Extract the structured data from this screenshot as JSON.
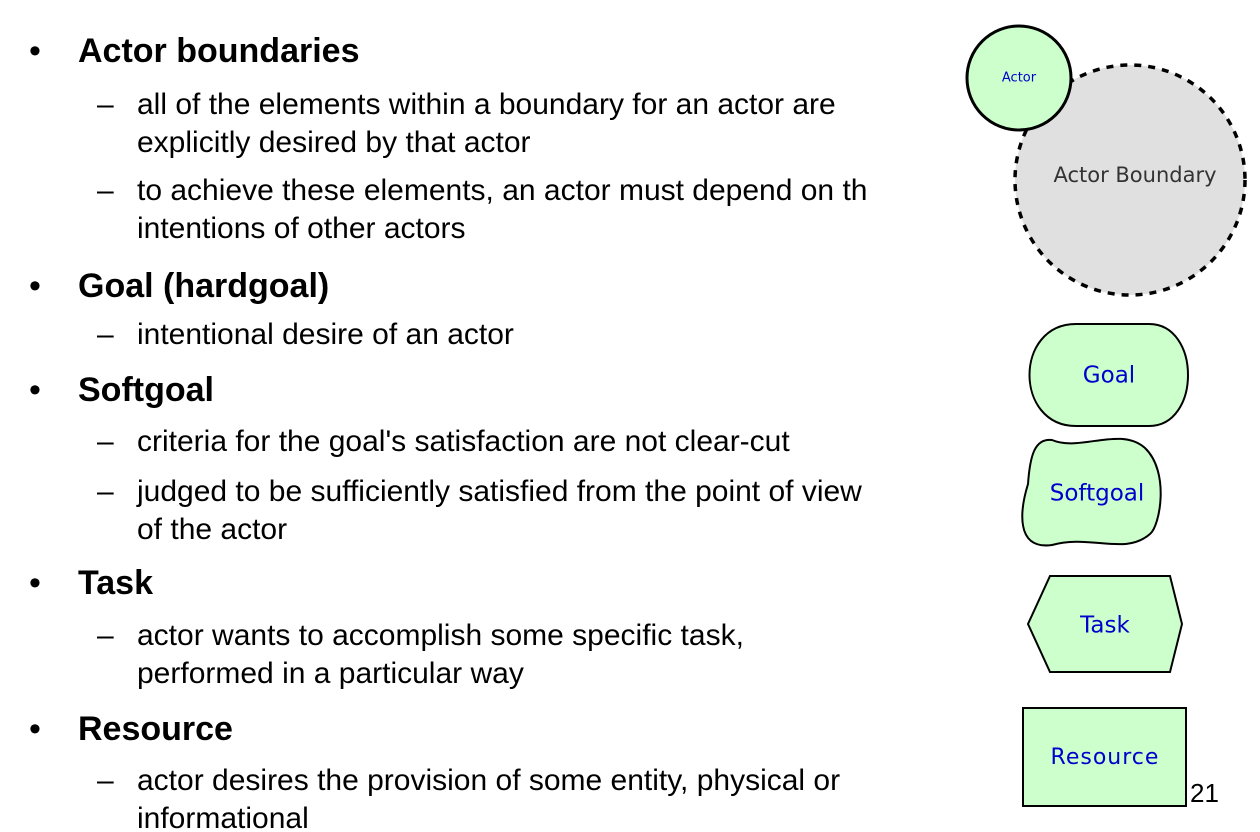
{
  "bullets": [
    {
      "title": "Actor boundaries",
      "subs": [
        {
          "lines": [
            "all of the elements within a boundary for an actor are",
            "explicitly desired by that actor"
          ]
        },
        {
          "lines": [
            "to achieve these elements, an actor must depend on th",
            "intentions of other actors"
          ]
        }
      ]
    },
    {
      "title": "Goal (hardgoal)",
      "subs": [
        {
          "lines": [
            "intentional desire of an actor"
          ]
        }
      ]
    },
    {
      "title": "Softgoal",
      "subs": [
        {
          "lines": [
            "criteria for the goal's satisfaction are not clear-cut"
          ]
        },
        {
          "lines": [
            "judged to be sufficiently satisfied from the point of view",
            "of the actor"
          ]
        }
      ]
    },
    {
      "title": "Task",
      "subs": [
        {
          "lines": [
            "actor wants to accomplish some specific task,",
            "performed in a particular way"
          ]
        }
      ]
    },
    {
      "title": "Resource",
      "subs": [
        {
          "lines": [
            "actor desires the provision of some entity, physical or",
            "informational"
          ]
        }
      ]
    }
  ],
  "legend": {
    "actor_label": "Actor",
    "boundary_label": "Actor Boundary",
    "goal_label": "Goal",
    "softgoal_label": "Softgoal",
    "task_label": "Task",
    "resource_label": "Resource",
    "colors": {
      "element_fill": "#ccffcc",
      "boundary_fill": "#e0e0e0",
      "label_text": "#0000cc",
      "boundary_text": "#333333",
      "outline": "#000000"
    }
  },
  "slide_number": "21"
}
